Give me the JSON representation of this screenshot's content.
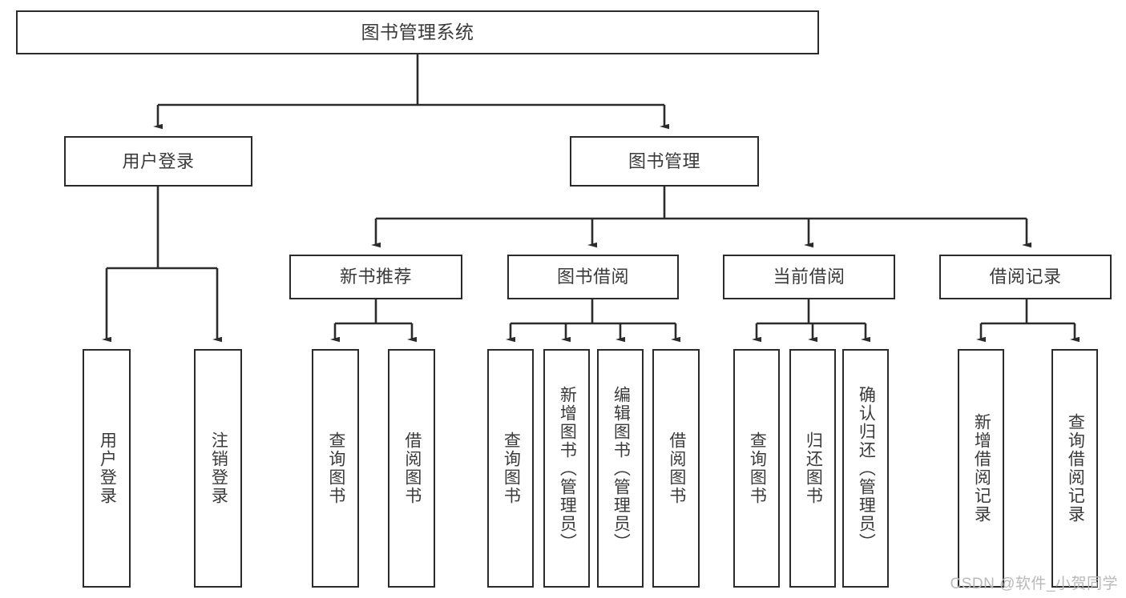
{
  "diagram": {
    "title": "图书管理系统",
    "watermark": "CSDN @软件_小贺同学",
    "colors": {
      "box_border": "#2b2b2b",
      "box_fill": "#ffffff",
      "connector": "#2b2b2b",
      "text": "#3a3a3a",
      "watermark": "#b9b9b9",
      "background": "#ffffff"
    },
    "levels": {
      "root": "图书管理系统",
      "level2": [
        "用户登录",
        "图书管理"
      ],
      "level3": [
        "新书推荐",
        "图书借阅",
        "当前借阅",
        "借阅记录"
      ]
    },
    "nodes": {
      "root": {
        "label": "图书管理系统"
      },
      "user_login": {
        "label": "用户登录"
      },
      "book_manage": {
        "label": "图书管理"
      },
      "new_book_rec": {
        "label": "新书推荐"
      },
      "book_borrow": {
        "label": "图书借阅"
      },
      "current_borrow": {
        "label": "当前借阅"
      },
      "borrow_record": {
        "label": "借阅记录"
      },
      "leaf_user_login": {
        "label": "用户登录"
      },
      "leaf_logout": {
        "label": "注销登录"
      },
      "leaf_query_book_1": {
        "label": "查询图书"
      },
      "leaf_borrow_book_1": {
        "label": "借阅图书"
      },
      "leaf_query_book_2": {
        "label": "查询图书"
      },
      "leaf_add_book": {
        "label": "新增图书（管理员）"
      },
      "leaf_edit_book": {
        "label": "编辑图书（管理员）"
      },
      "leaf_borrow_book_2": {
        "label": "借阅图书"
      },
      "leaf_query_book_3": {
        "label": "查询图书"
      },
      "leaf_return_book": {
        "label": "归还图书"
      },
      "leaf_confirm_return": {
        "label": "确认归还（管理员）"
      },
      "leaf_add_record": {
        "label": "新增借阅记录"
      },
      "leaf_query_record": {
        "label": "查询借阅记录"
      }
    },
    "tree": {
      "图书管理系统": {
        "用户登录": [
          "用户登录",
          "注销登录"
        ],
        "图书管理": {
          "新书推荐": [
            "查询图书",
            "借阅图书"
          ],
          "图书借阅": [
            "查询图书",
            "新增图书（管理员）",
            "编辑图书（管理员）",
            "借阅图书"
          ],
          "当前借阅": [
            "查询图书",
            "归还图书",
            "确认归还（管理员）"
          ],
          "借阅记录": [
            "新增借阅记录",
            "查询借阅记录"
          ]
        }
      }
    }
  }
}
